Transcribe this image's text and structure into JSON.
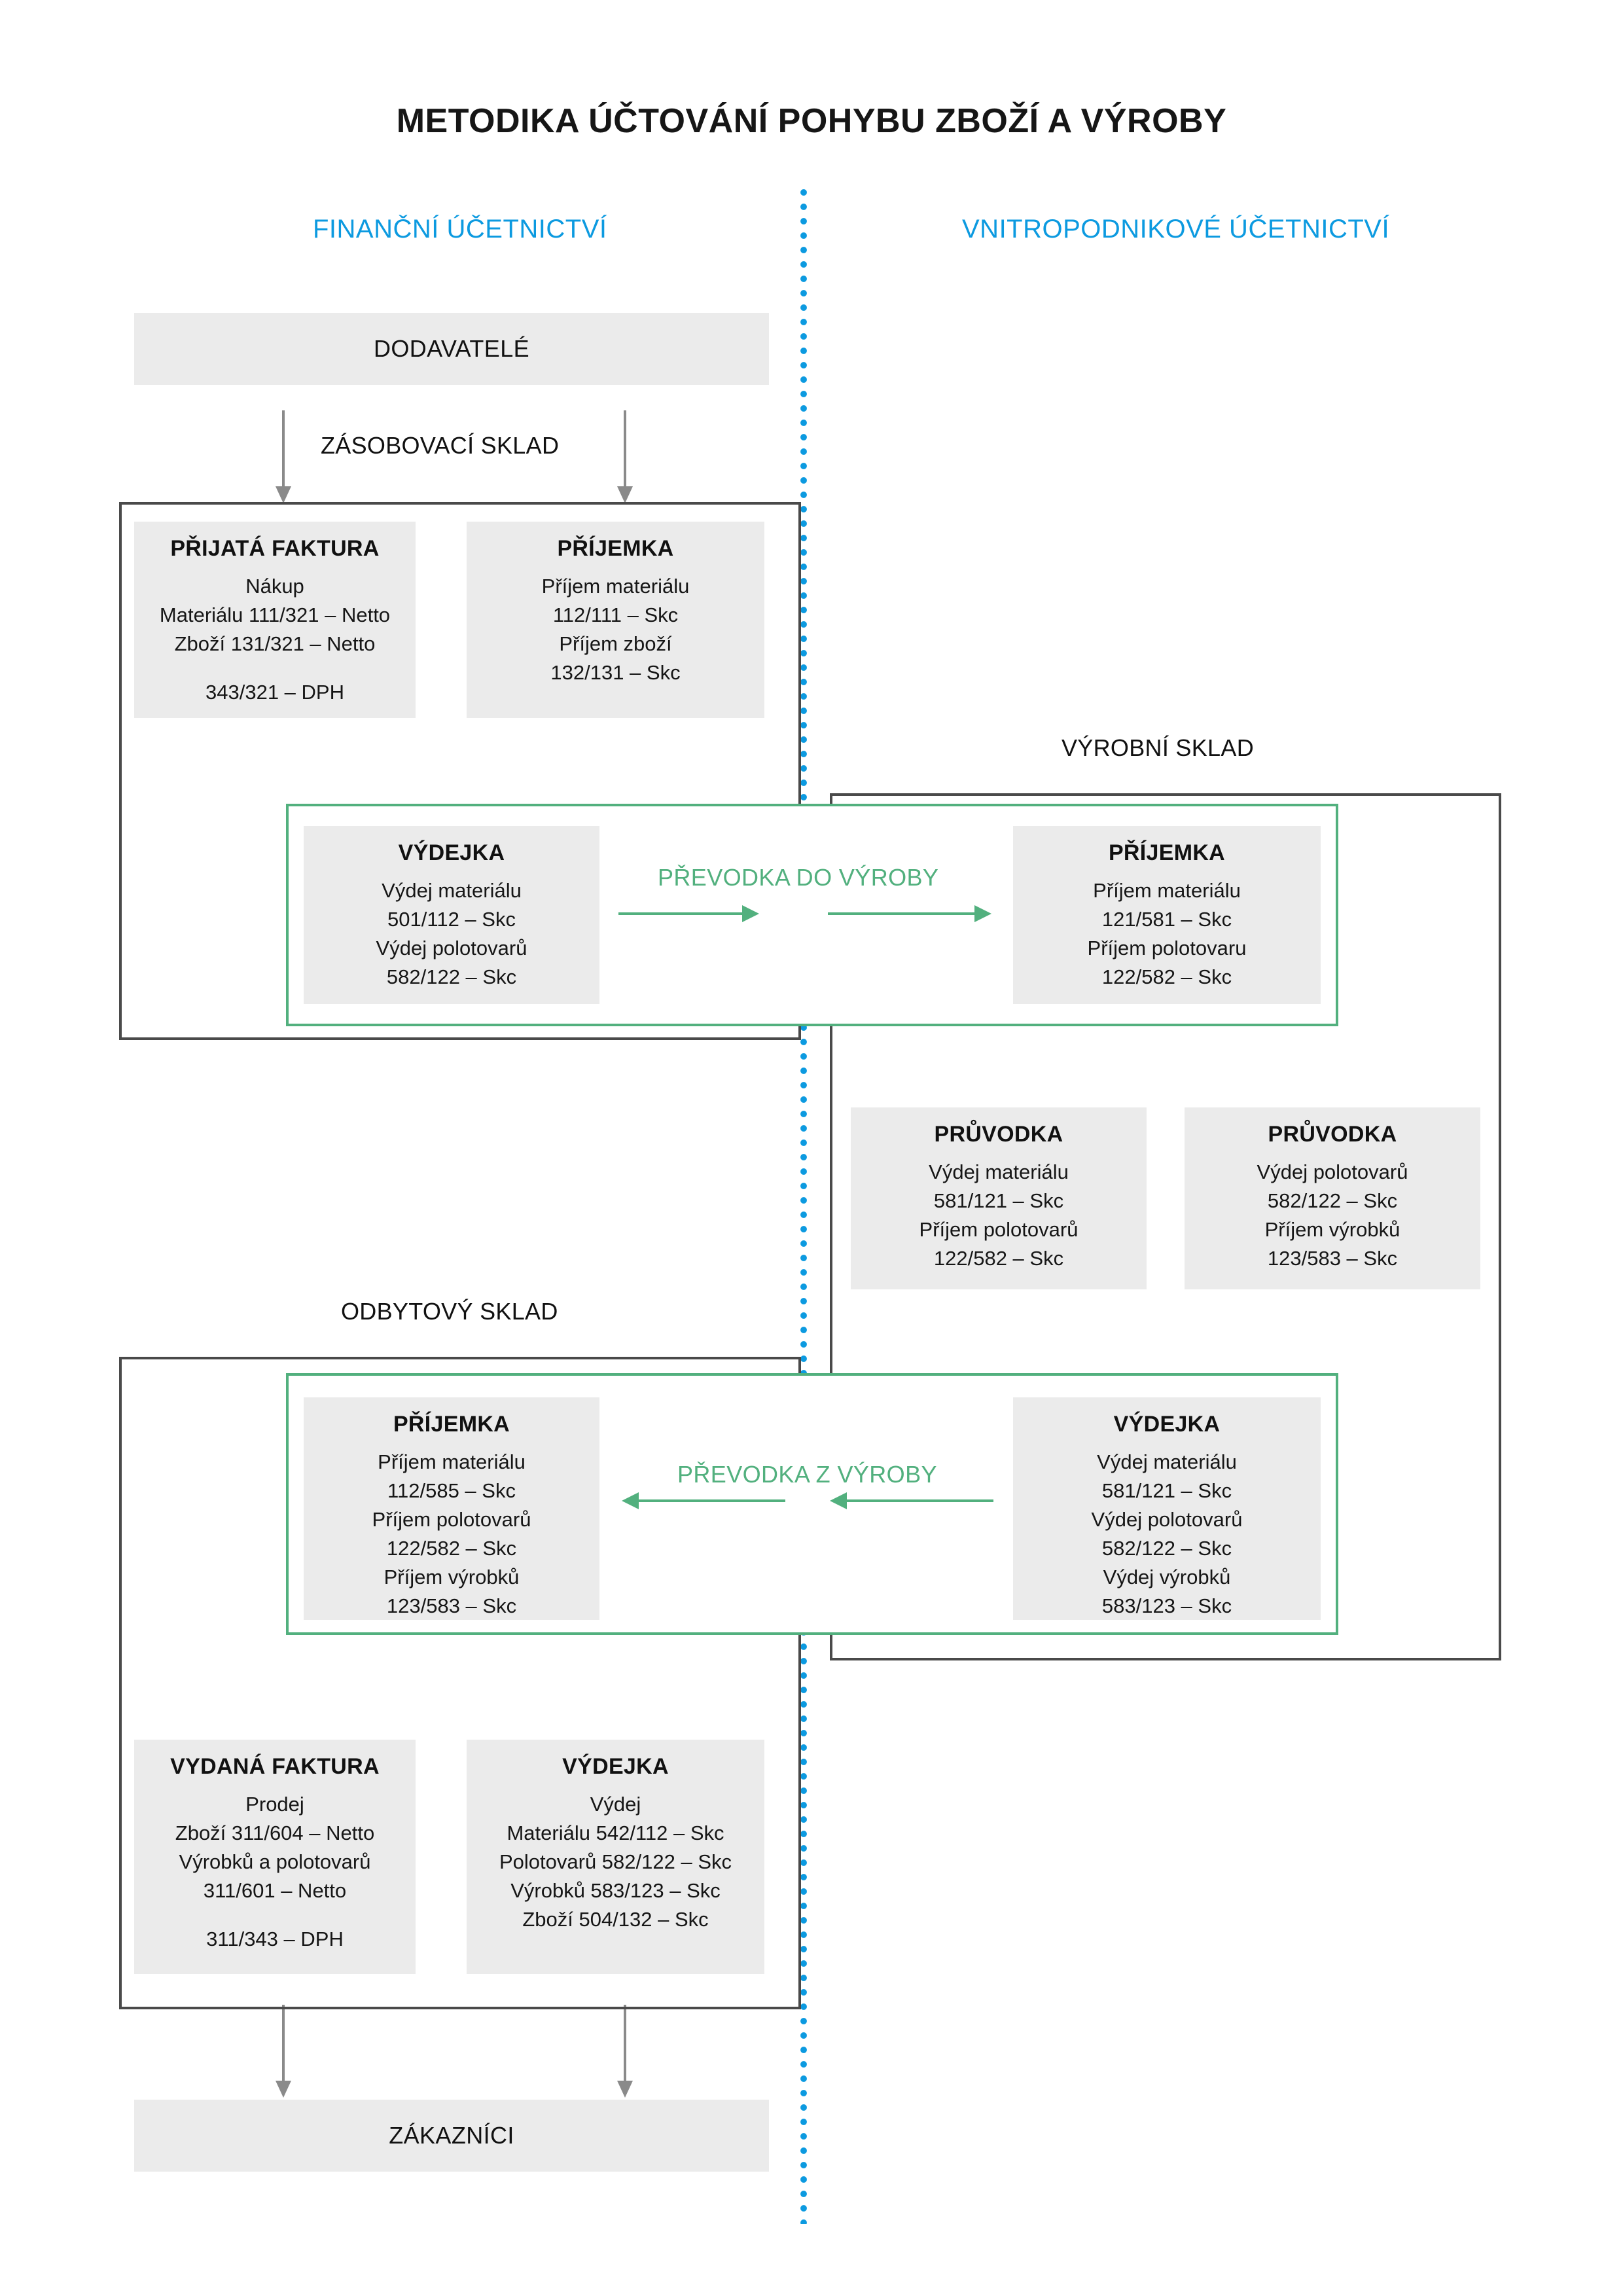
{
  "title": "METODIKA ÚČTOVÁNÍ POHYBU ZBOŽÍ A VÝROBY",
  "colors": {
    "accent_blue": "#0C9AE0",
    "accent_green": "#52B07E",
    "frame_gray": "#4a4a4a",
    "node_fill": "#ebebeb",
    "arrow_gray": "#8a8a8a"
  },
  "columns": {
    "left_heading": "FINANČNÍ ÚČETNICTVÍ",
    "right_heading": "VNITROPODNIKOVÉ ÚČETNICTVÍ"
  },
  "section_labels": {
    "zasobovaci": "ZÁSOBOVACÍ SKLAD",
    "vyrobni": "VÝROBNÍ SKLAD",
    "odbytovy": "ODBYTOVÝ SKLAD"
  },
  "banners": {
    "suppliers": "DODAVATELÉ",
    "customers": "ZÁKAZNÍCI"
  },
  "transfers": {
    "to_production": "PŘEVODKA  DO VÝROBY",
    "from_production": "PŘEVODKA  Z VÝROBY"
  },
  "nodes": {
    "prijata_faktura": {
      "title": "PŘIJATÁ FAKTURA",
      "lines": [
        "Nákup",
        "Materiálu 111/321 – Netto",
        "Zboží 131/321 – Netto"
      ],
      "footer": [
        "343/321 – DPH"
      ]
    },
    "prijemka_zasobovaci": {
      "title": "PŘÍJEMKA",
      "lines": [
        "Příjem materiálu",
        "112/111 – Skc",
        "Příjem zboží",
        "132/131 – Skc"
      ],
      "footer": []
    },
    "vydejka_do_vyroby": {
      "title": "VÝDEJKA",
      "lines": [
        "Výdej materiálu",
        "501/112 – Skc",
        "Výdej polotovarů",
        "582/122 – Skc"
      ],
      "footer": []
    },
    "prijemka_do_vyroby": {
      "title": "PŘÍJEMKA",
      "lines": [
        "Příjem materiálu",
        "121/581 – Skc",
        "Příjem polotovaru",
        "122/582 – Skc"
      ],
      "footer": []
    },
    "pruvodka_material": {
      "title": "PRŮVODKA",
      "lines": [
        "Výdej materiálu",
        "581/121 – Skc",
        "Příjem polotovarů",
        "122/582 – Skc"
      ],
      "footer": []
    },
    "pruvodka_polotovary": {
      "title": "PRŮVODKA",
      "lines": [
        "Výdej polotovarů",
        "582/122 – Skc",
        "Příjem výrobků",
        "123/583 – Skc"
      ],
      "footer": []
    },
    "prijemka_z_vyroby": {
      "title": "PŘÍJEMKA",
      "lines": [
        "Příjem materiálu",
        "112/585 – Skc",
        "Příjem polotovarů",
        "122/582 – Skc",
        "Příjem výrobků",
        "123/583 – Skc"
      ],
      "footer": []
    },
    "vydejka_z_vyroby": {
      "title": "VÝDEJKA",
      "lines": [
        "Výdej materiálu",
        "581/121 – Skc",
        "Výdej polotovarů",
        "582/122 – Skc",
        "Výdej výrobků",
        "583/123 – Skc"
      ],
      "footer": []
    },
    "vydana_faktura": {
      "title": "VYDANÁ FAKTURA",
      "lines": [
        "Prodej",
        "Zboží 311/604 – Netto",
        "Výrobků a polotovarů",
        "311/601 – Netto"
      ],
      "footer": [
        "311/343 – DPH"
      ]
    },
    "vydejka_odbytovy": {
      "title": "VÝDEJKA",
      "lines": [
        "Výdej",
        "Materiálu 542/112 – Skc",
        "Polotovarů 582/122 – Skc",
        "Výrobků 583/123 – Skc",
        "Zboží 504/132 – Skc"
      ],
      "footer": []
    }
  }
}
